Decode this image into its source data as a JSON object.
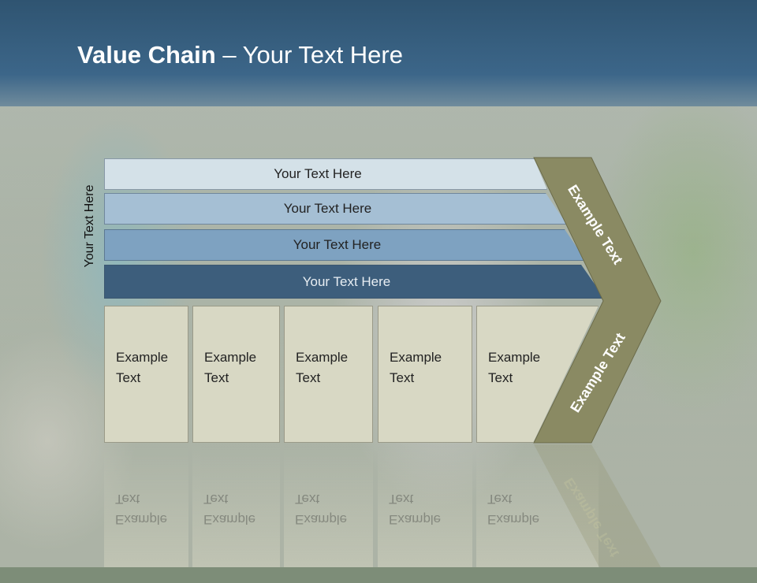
{
  "slide": {
    "title_bold": "Value Chain",
    "title_rest": " – Your Text Here",
    "vertical_label": "Your Text Here",
    "bars": [
      "Your Text Here",
      "Your Text Here",
      "Your Text Here",
      "Your Text Here"
    ],
    "boxes": [
      {
        "line1": "Example",
        "line2": "Text"
      },
      {
        "line1": "Example",
        "line2": "Text"
      },
      {
        "line1": "Example",
        "line2": "Text"
      },
      {
        "line1": "Example",
        "line2": "Text"
      },
      {
        "line1": "Example",
        "line2": "Text"
      }
    ],
    "chevron_top_text": "Example Text",
    "chevron_bottom_text": "Example Text"
  },
  "colors": {
    "header": "#3c6689",
    "bar1": "#d4e1e8",
    "bar2": "#a5bfd4",
    "bar3": "#7ea2c1",
    "bar4": "#3d5e7c",
    "box": "#d8d8c4",
    "chevron": "#8a8a63"
  }
}
